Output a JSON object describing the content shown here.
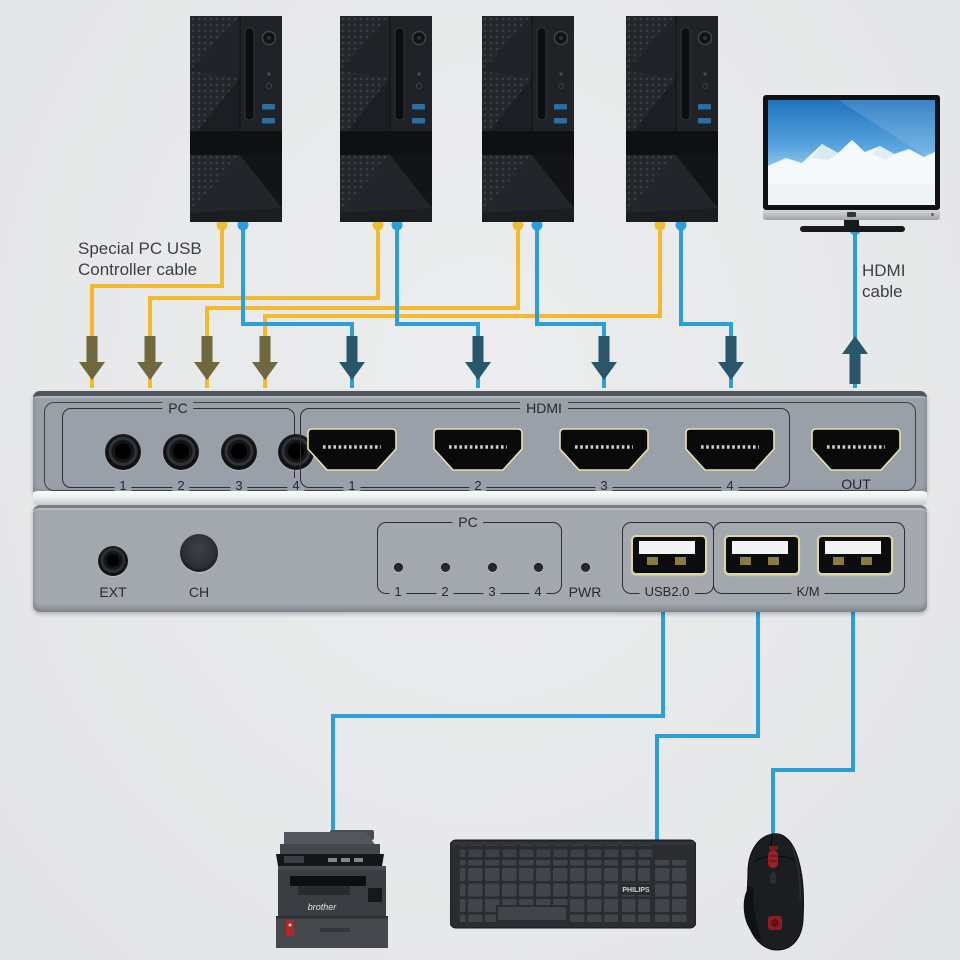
{
  "diagram_labels": {
    "usb_cable_line1": "Special PC USB",
    "usb_cable_line2": "Controller cable",
    "hdmi_cable_line1": "HDMI",
    "hdmi_cable_line2": "cable"
  },
  "front_panel": {
    "pc_group": "PC",
    "pc_ports": [
      "1",
      "2",
      "3",
      "4"
    ],
    "hdmi_group": "HDMI",
    "hdmi_ports": [
      "1",
      "2",
      "3",
      "4"
    ],
    "out_port": "OUT"
  },
  "back_panel": {
    "ext": "EXT",
    "ch": "CH",
    "pc_group": "PC",
    "pc_indicators": [
      "1",
      "2",
      "3",
      "4"
    ],
    "pwr": "PWR",
    "usb_group": "USB2.0",
    "km_group": "K/M"
  },
  "devices": {
    "computer_count": 4,
    "printer_brand": "brother",
    "keyboard_brand": "PHILIPS"
  },
  "colors": {
    "usb_cable": "#f3ba2f",
    "hdmi_cable": "#2d9fd8",
    "usb_arrow": "#6f673d",
    "hdmi_arrow": "#2a566c",
    "background": "#e9eaeb"
  }
}
